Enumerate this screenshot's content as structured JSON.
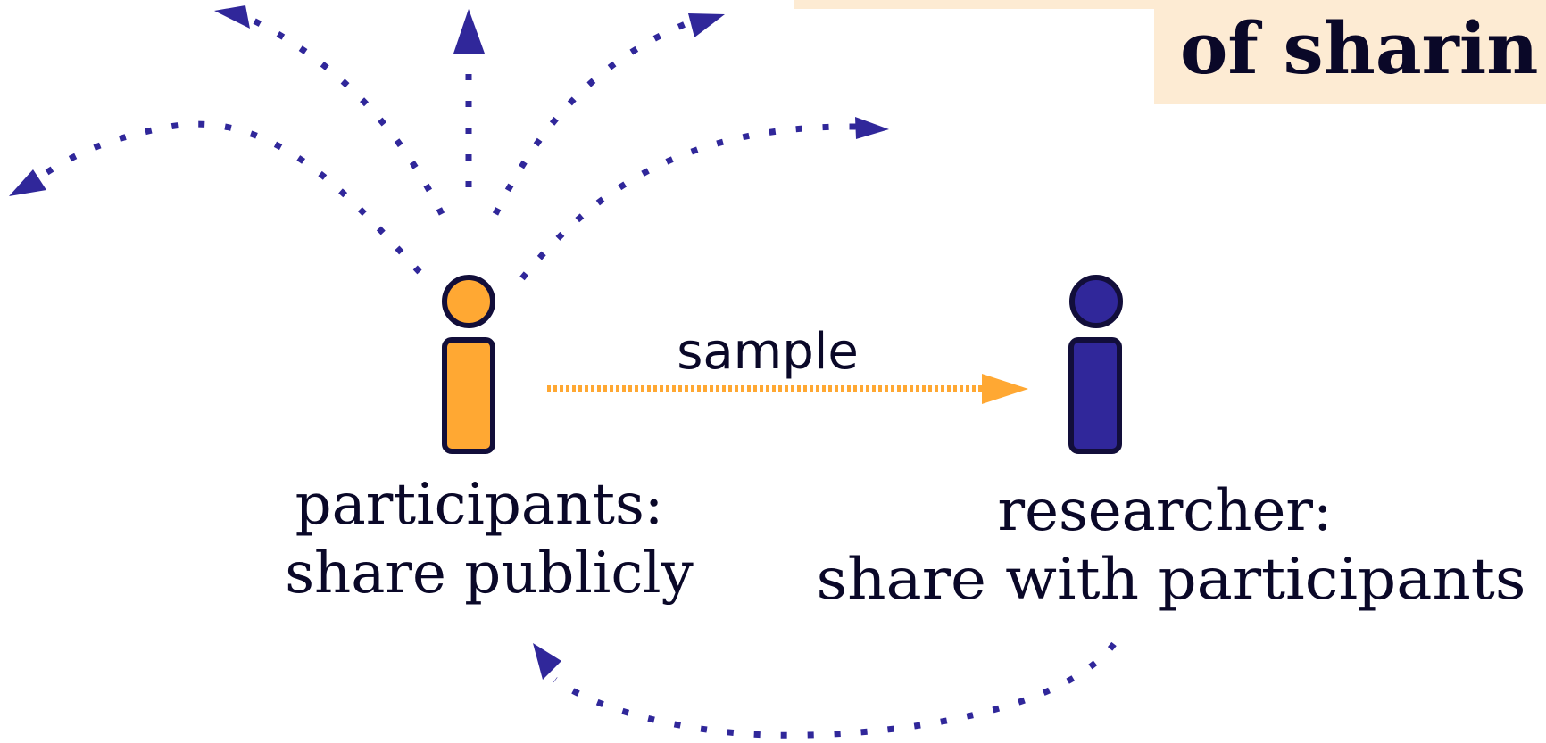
{
  "title_fragment": "of sharin",
  "edge_label_sample": "sample",
  "participants": {
    "line1": "participants:",
    "line2": "share publicly"
  },
  "researcher": {
    "line1": "researcher:",
    "line2": "share with participants"
  },
  "colors": {
    "orange": "#FFA833",
    "indigo": "#30279A",
    "outline": "#120E3A",
    "text": "#0A0828",
    "banner": "#FDEBD3"
  },
  "icons": {
    "participants": "person-icon",
    "researcher": "person-icon"
  }
}
